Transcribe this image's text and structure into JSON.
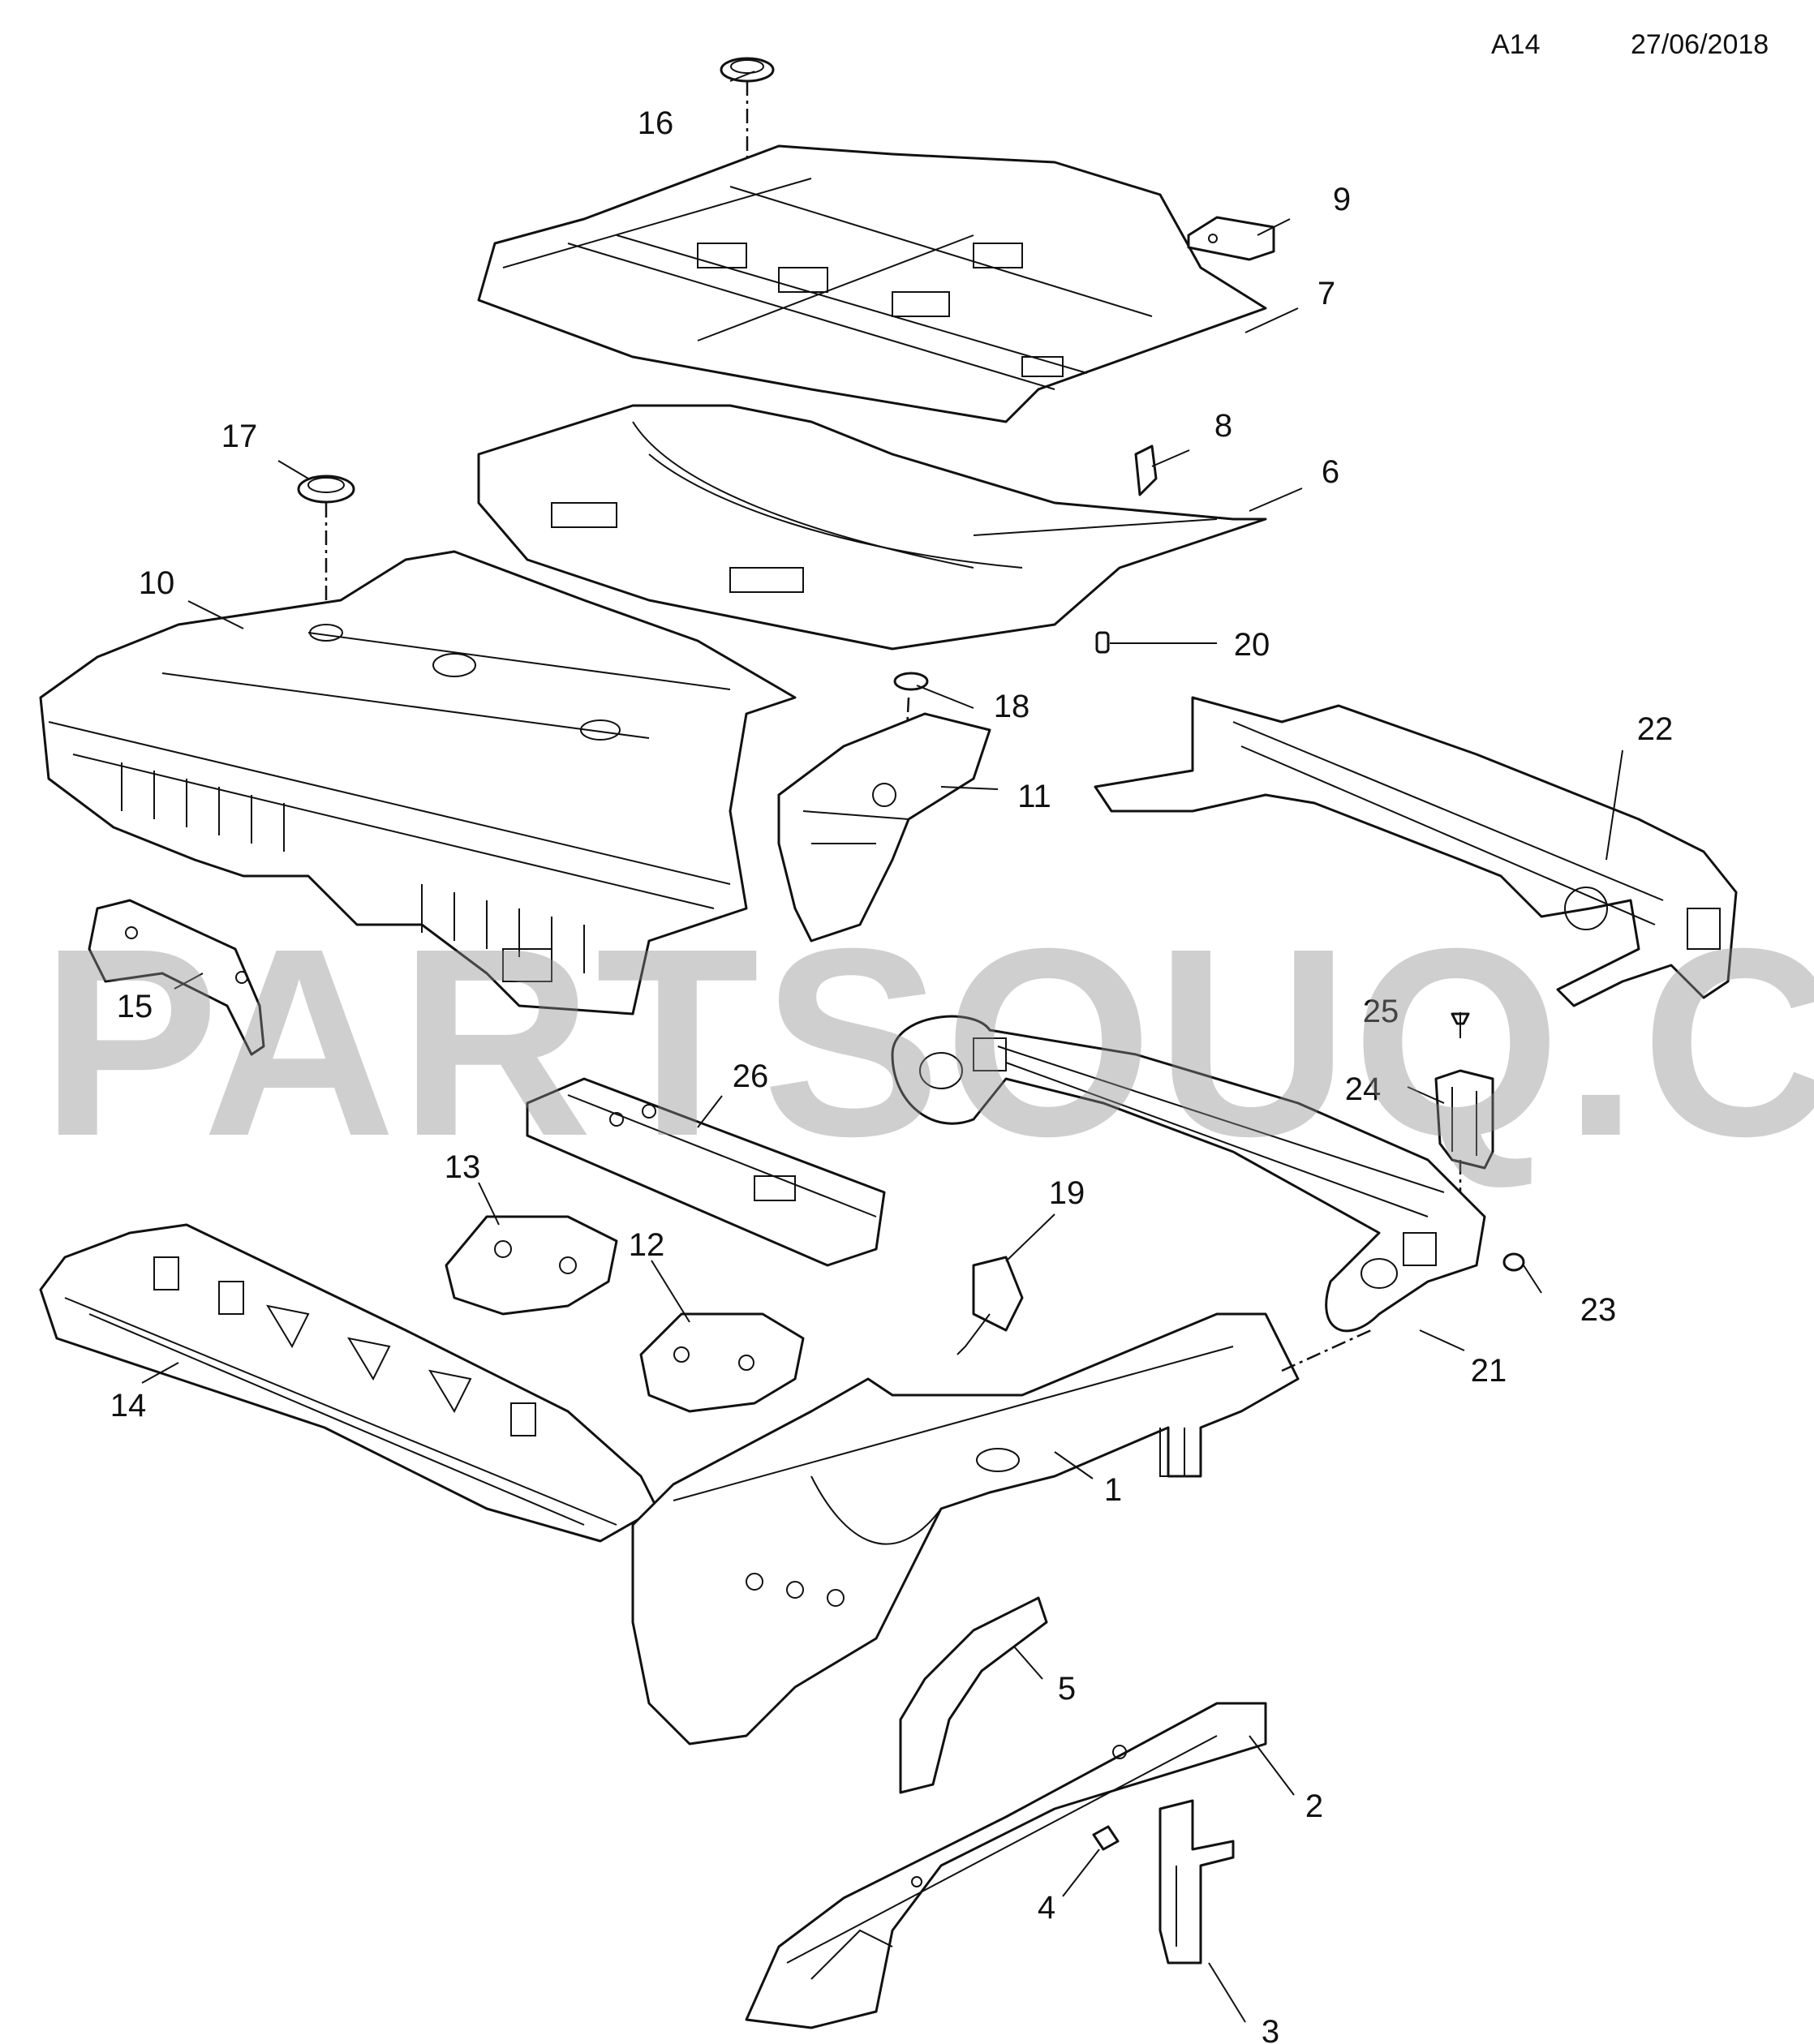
{
  "header": {
    "page_code": "A14",
    "date": "27/06/2018"
  },
  "watermark": "PARTSOUQ.COM",
  "callouts": [
    "1",
    "2",
    "3",
    "4",
    "5",
    "6",
    "7",
    "8",
    "9",
    "10",
    "11",
    "12",
    "13",
    "14",
    "15",
    "16",
    "17",
    "18",
    "19",
    "20",
    "21",
    "22",
    "23",
    "24",
    "25",
    "26"
  ]
}
